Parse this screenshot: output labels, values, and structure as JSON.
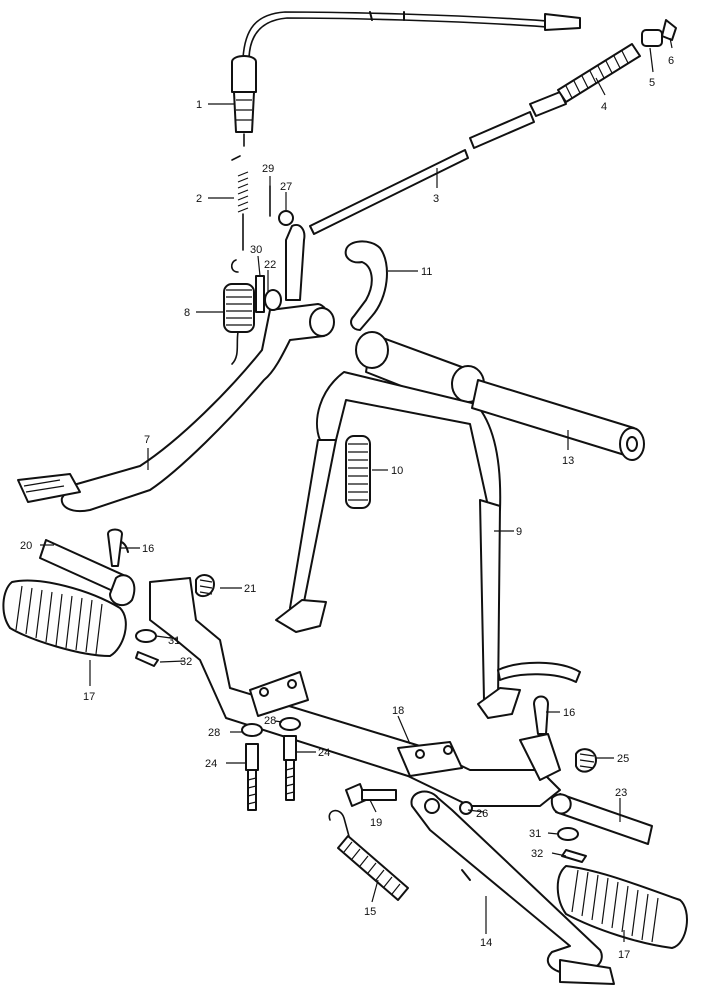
{
  "callouts": [
    {
      "id": "c1",
      "label": "1"
    },
    {
      "id": "c2",
      "label": "2"
    },
    {
      "id": "c3",
      "label": "3"
    },
    {
      "id": "c4",
      "label": "4"
    },
    {
      "id": "c5",
      "label": "5"
    },
    {
      "id": "c6",
      "label": "6"
    },
    {
      "id": "c7",
      "label": "7"
    },
    {
      "id": "c8",
      "label": "8"
    },
    {
      "id": "c9",
      "label": "9"
    },
    {
      "id": "c10",
      "label": "10"
    },
    {
      "id": "c11",
      "label": "11"
    },
    {
      "id": "c13",
      "label": "13"
    },
    {
      "id": "c14",
      "label": "14"
    },
    {
      "id": "c15",
      "label": "15"
    },
    {
      "id": "c16a",
      "label": "16"
    },
    {
      "id": "c16b",
      "label": "16"
    },
    {
      "id": "c17a",
      "label": "17"
    },
    {
      "id": "c17b",
      "label": "17"
    },
    {
      "id": "c18",
      "label": "18"
    },
    {
      "id": "c19",
      "label": "19"
    },
    {
      "id": "c20",
      "label": "20"
    },
    {
      "id": "c21",
      "label": "21"
    },
    {
      "id": "c22",
      "label": "22"
    },
    {
      "id": "c23",
      "label": "23"
    },
    {
      "id": "c24a",
      "label": "24"
    },
    {
      "id": "c24b",
      "label": "24"
    },
    {
      "id": "c25",
      "label": "25"
    },
    {
      "id": "c26",
      "label": "26"
    },
    {
      "id": "c27",
      "label": "27"
    },
    {
      "id": "c28a",
      "label": "28"
    },
    {
      "id": "c28b",
      "label": "28"
    },
    {
      "id": "c29",
      "label": "29"
    },
    {
      "id": "c30",
      "label": "30"
    },
    {
      "id": "c31a",
      "label": "31"
    },
    {
      "id": "c31b",
      "label": "31"
    },
    {
      "id": "c32a",
      "label": "32"
    },
    {
      "id": "c32b",
      "label": "32"
    }
  ]
}
